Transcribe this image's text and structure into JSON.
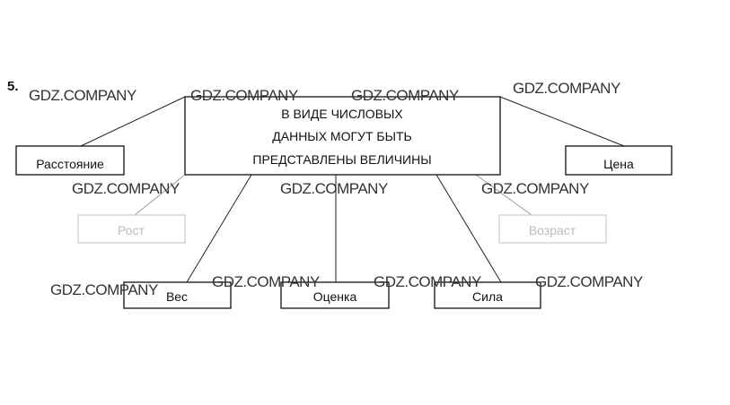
{
  "task_number": "5.",
  "center": {
    "lines": [
      "В ВИДЕ ЧИСЛОВЫХ",
      "ДАННЫХ МОГУТ БЫТЬ",
      "ПРЕДСТАВЛЕНЫ ВЕЛИЧИНЫ"
    ]
  },
  "nodes": {
    "distance": "Расстояние",
    "price": "Цена",
    "height": "Рост",
    "age": "Возраст",
    "weight": "Вес",
    "grade": "Оценка",
    "force": "Сила"
  },
  "watermark": "GDZ.COMPANY"
}
